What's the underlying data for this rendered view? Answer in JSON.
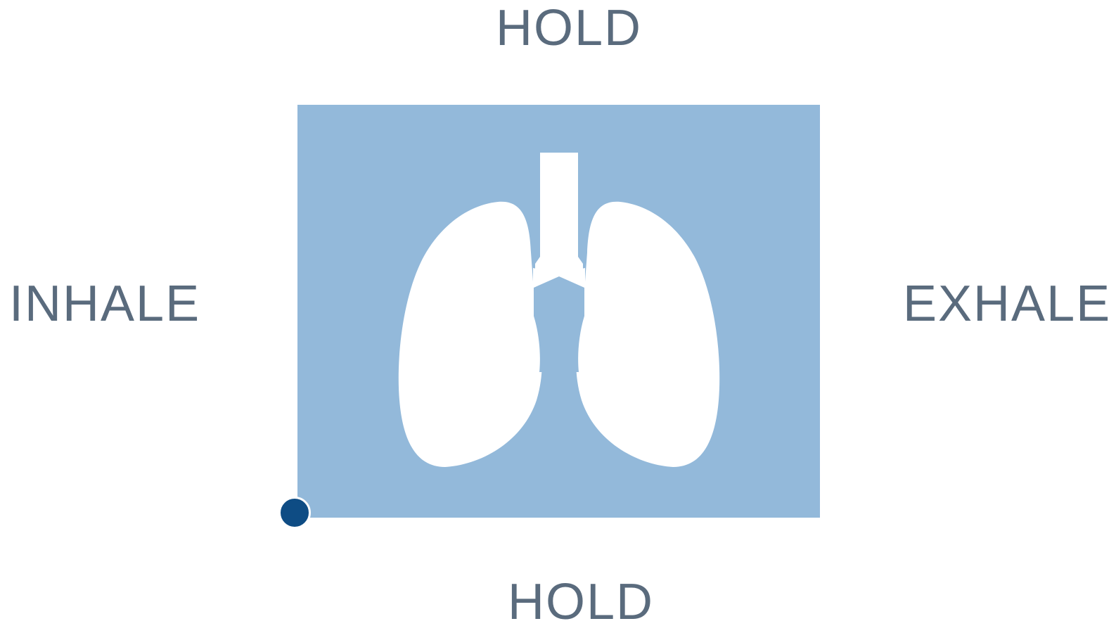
{
  "labels": {
    "top": "HOLD",
    "bottom": "HOLD",
    "left": "INHALE",
    "right": "EXHALE"
  },
  "icons": {
    "center": "lungs-icon",
    "marker": "progress-dot-icon"
  },
  "colors": {
    "box": "#93b9da",
    "lungs": "#ffffff",
    "marker": "#0e4c84",
    "text": "#5a6b7d"
  }
}
